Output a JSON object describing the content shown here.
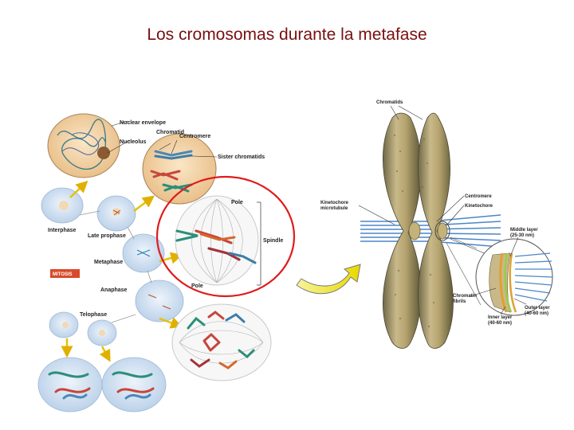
{
  "slide": {
    "title": "Los cromosomas durante la metafase"
  },
  "mitosis_panel": {
    "labels": {
      "nuclear_envelope": "Nuclear envelope",
      "chromatid": "Chromatid",
      "centromere": "Centromere",
      "nucleolus": "Nucleolus",
      "sister_chromatids": "Sister chromatids",
      "interphase": "Interphase",
      "late_prophase": "Late prophase",
      "metaphase": "Metaphase",
      "mitosis": "MITOSIS",
      "anaphase": "Anaphase",
      "telophase": "Telophase",
      "pole_top": "Pole",
      "pole_bottom": "Pole",
      "spindle": "Spindle"
    }
  },
  "chromosome_panel": {
    "labels": {
      "chromatids": "Chromatids",
      "centromere": "Centromere",
      "kinetochore": "Kinetochore",
      "kinetochore_microtubule_line1": "Kinetochore",
      "kinetochore_microtubule_line2": "microtubule",
      "middle_layer_line1": "Middle layer",
      "middle_layer_line2": "(25-30 nm)",
      "chromatin_fibrils_line1": "Chromatin",
      "chromatin_fibrils_line2": "fibrils",
      "inner_layer_line1": "Inner layer",
      "inner_layer_line2": "(40-60 nm)",
      "outer_layer_line1": "Outer layer",
      "outer_layer_line2": "(40-60 nm)"
    }
  },
  "colors": {
    "title": "#7a0f0f",
    "highlight_circle": "#e01b1b",
    "arrow": "#f2e600",
    "cell": "#c9dcf0",
    "nucleus": "#f2d3a3",
    "chromatid": "#b3a46c",
    "microtubule": "#4a86c8"
  }
}
